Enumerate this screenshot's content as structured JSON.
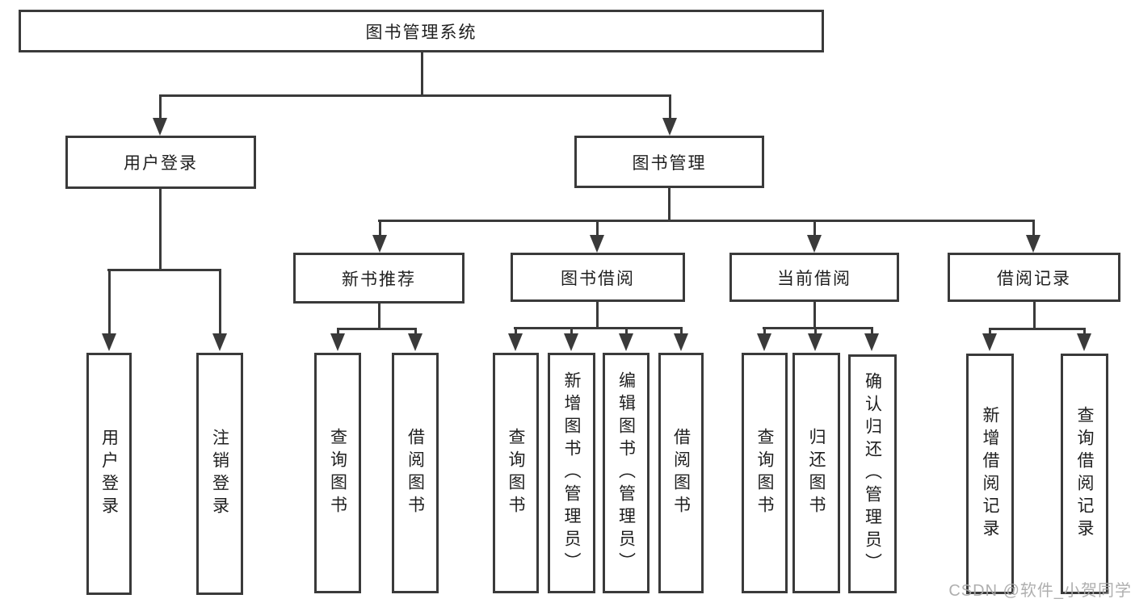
{
  "diagram": {
    "root": {
      "label": "图书管理系统"
    },
    "level2": [
      {
        "label": "用户登录"
      },
      {
        "label": "图书管理"
      }
    ],
    "level3": [
      {
        "label": "新书推荐"
      },
      {
        "label": "图书借阅"
      },
      {
        "label": "当前借阅"
      },
      {
        "label": "借阅记录"
      }
    ],
    "leaves": [
      {
        "parent": "用户登录",
        "label": "用户登录"
      },
      {
        "parent": "用户登录",
        "label": "注销登录"
      },
      {
        "parent": "新书推荐",
        "label": "查询图书"
      },
      {
        "parent": "新书推荐",
        "label": "借阅图书"
      },
      {
        "parent": "图书借阅",
        "label": "查询图书"
      },
      {
        "parent": "图书借阅",
        "label": "新增图书（管理员）"
      },
      {
        "parent": "图书借阅",
        "label": "编辑图书（管理员）"
      },
      {
        "parent": "图书借阅",
        "label": "借阅图书"
      },
      {
        "parent": "当前借阅",
        "label": "查询图书"
      },
      {
        "parent": "当前借阅",
        "label": "归还图书"
      },
      {
        "parent": "当前借阅",
        "label": "确认归还（管理员）"
      },
      {
        "parent": "借阅记录",
        "label": "新增借阅记录"
      },
      {
        "parent": "借阅记录",
        "label": "查询借阅记录"
      }
    ],
    "watermark": "CSDN @软件_小贺同学",
    "colors": {
      "line": "#3a3a3a",
      "text": "#1f1f1f",
      "box_fill": "#ffffff",
      "background": "#ffffff",
      "watermark": "#a8a8a8"
    }
  }
}
